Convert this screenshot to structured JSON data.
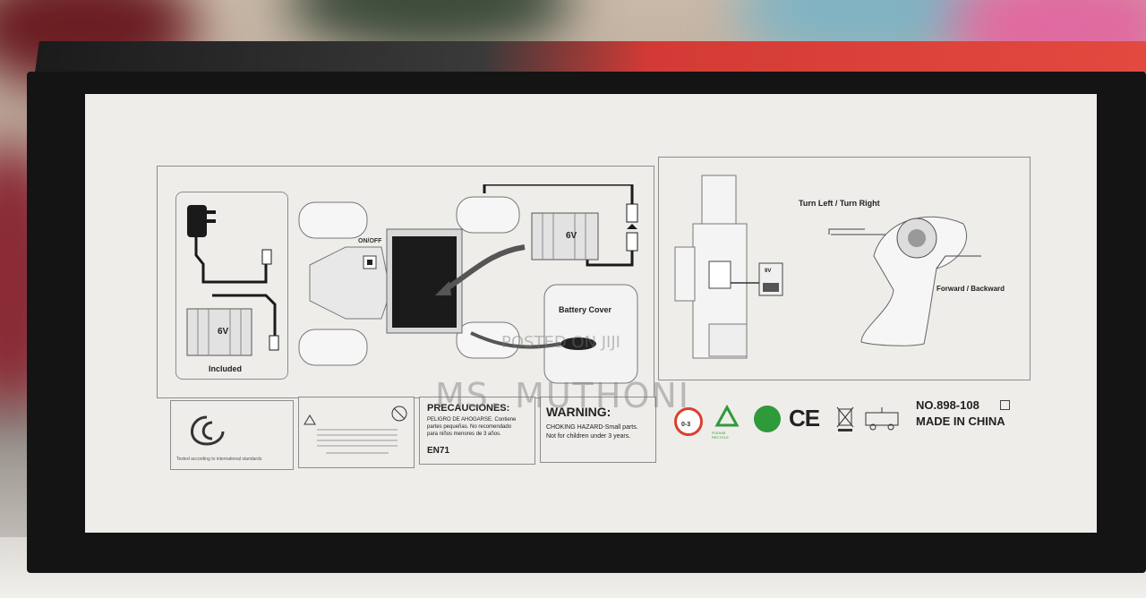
{
  "diagram_left": {
    "charger_battery_label": "6V",
    "included_label": "Included",
    "switch_label": "ON/OFF",
    "car_battery_label": "6V",
    "battery_cover_label": "Battery Cover"
  },
  "diagram_right": {
    "remote_battery_label": "9V",
    "turn_label": "Turn Left / Turn Right",
    "forward_label": "Forward / Backward"
  },
  "warnings": {
    "cert_caption": "Tested according to international standards",
    "precaution_title": "PRECAUCIONES:",
    "precaution_line1": "PELIGRO DE AHOGARSE. Contiene",
    "precaution_line2": "partes pequeñas. No recomendado",
    "precaution_line3": "para niños menores de 3 años.",
    "en71": "EN71",
    "warning_title": "WARNING:",
    "warning_line1": "CHOKING HAZARD-Small parts.",
    "warning_line2": "Not for children under 3 years.",
    "age_icon_text": "0-3",
    "recycle_text": "PLEASE RECYCLE",
    "ce_mark": "CE"
  },
  "product": {
    "model": "NO.898-108",
    "origin": "MADE IN CHINA"
  },
  "watermark": {
    "posted": "POSTED ON JIJI",
    "seller": "MS. MUTHONI"
  },
  "colors": {
    "panel": "#efedea",
    "box": "#141414",
    "box_top_red": "#e24a40",
    "recycle_green": "#2e9a3a",
    "age_icon_red": "#d9402f"
  }
}
